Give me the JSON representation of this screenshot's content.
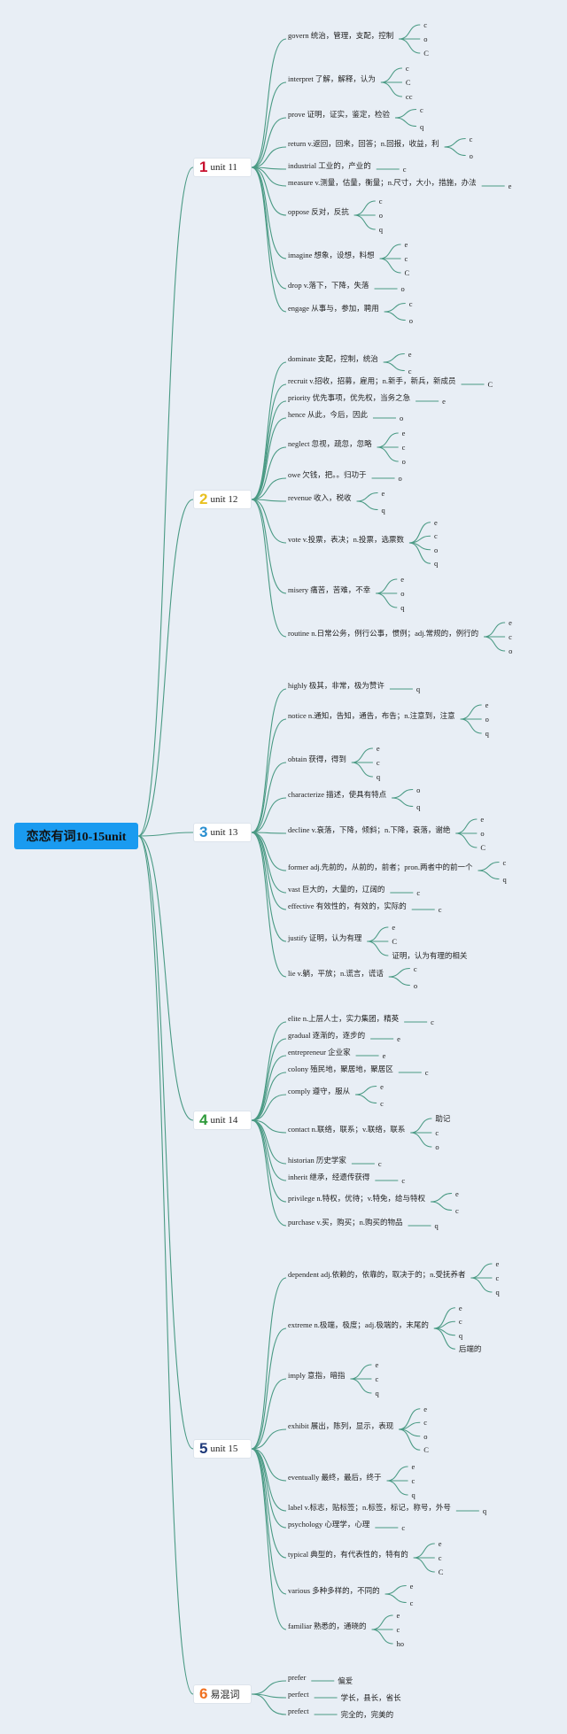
{
  "root": {
    "title": "恋恋有词10-15unit"
  },
  "units": [
    {
      "num": "1",
      "label": "unit 11",
      "color": "#c8102e",
      "words": [
        {
          "text": "govern 统治，管理，支配，控制",
          "leaves": [
            "c",
            "o",
            "C"
          ]
        },
        {
          "text": "interpret 了解，解释，认为",
          "leaves": [
            "c",
            "C",
            "cc"
          ]
        },
        {
          "text": "prove 证明，证实，鉴定，检验",
          "leaves": [
            "c",
            "q"
          ]
        },
        {
          "text": "return v.返回，回来，回答；n.回报，收益，利",
          "leaves": [
            "c",
            "o"
          ]
        },
        {
          "text": "industrial 工业的，产业的",
          "leaves": [
            "c"
          ]
        },
        {
          "text": "measure v.测量，估量，衡量；n.尺寸，大小，措施，办法",
          "leaves": [
            "e"
          ]
        },
        {
          "text": "oppose 反对，反抗",
          "leaves": [
            "c",
            "o",
            "q"
          ]
        },
        {
          "text": "imagine 想象，设想，料想",
          "leaves": [
            "e",
            "c",
            "C"
          ]
        },
        {
          "text": "drop v.落下，下降，失落",
          "leaves": [
            "o"
          ]
        },
        {
          "text": "engage 从事与，参加，聘用",
          "leaves": [
            "c",
            "o"
          ]
        }
      ]
    },
    {
      "num": "2",
      "label": "unit 12",
      "color": "#e8c020",
      "words": [
        {
          "text": "dominate 支配，控制，统治",
          "leaves": [
            "e",
            "c"
          ]
        },
        {
          "text": "recruit v.招收，招募，雇用；n.新手，新兵，新成员",
          "leaves": [
            "C"
          ]
        },
        {
          "text": "priority 优先事项，优先权，当务之急",
          "leaves": [
            "e"
          ]
        },
        {
          "text": "hence 从此，今后，因此",
          "leaves": [
            "o"
          ]
        },
        {
          "text": "neglect 忽视，疏忽，忽略",
          "leaves": [
            "e",
            "c",
            "o"
          ]
        },
        {
          "text": "owe 欠钱，把。。归功于",
          "leaves": [
            "o"
          ]
        },
        {
          "text": "revenue 收入，税收",
          "leaves": [
            "e",
            "q"
          ]
        },
        {
          "text": "vote v.投票，表决；n.投票，选票数",
          "leaves": [
            "e",
            "c",
            "o",
            "q"
          ]
        },
        {
          "text": "misery 痛苦，苦难，不幸",
          "leaves": [
            "e",
            "o",
            "q"
          ]
        },
        {
          "text": "routine n.日常公务，例行公事，惯例；adj.常规的，例行的",
          "leaves": [
            "e",
            "c",
            "o"
          ]
        }
      ]
    },
    {
      "num": "3",
      "label": "unit 13",
      "color": "#2a8fd0",
      "words": [
        {
          "text": "highly 极其，非常，极为赞许",
          "leaves": [
            "q"
          ]
        },
        {
          "text": "notice n.通知，告知，通告，布告；n.注意到，注意",
          "leaves": [
            "e",
            "o",
            "q"
          ]
        },
        {
          "text": "obtain 获得，得到",
          "leaves": [
            "e",
            "c",
            "q"
          ]
        },
        {
          "text": "characterize 描述，使具有特点",
          "leaves": [
            "o",
            "q"
          ]
        },
        {
          "text": "decline v.衰落，下降，倾斜；n.下降，衰落，谢绝",
          "leaves": [
            "e",
            "o",
            "C"
          ]
        },
        {
          "text": "former adj.先前的，从前的，前者；pron.两者中的前一个",
          "leaves": [
            "c",
            "q"
          ]
        },
        {
          "text": "vast 巨大的，大量的，辽阔的",
          "leaves": [
            "c"
          ]
        },
        {
          "text": "effective 有效性的，有效的，实际的",
          "leaves": [
            "c"
          ]
        },
        {
          "text": "justify 证明，认为有理",
          "leaves": [
            "e",
            "C",
            "证明，认为有理的相关"
          ]
        },
        {
          "text": "lie v.躺，平放；n.谎言，谎话",
          "leaves": [
            "c",
            "o"
          ]
        }
      ]
    },
    {
      "num": "4",
      "label": "unit 14",
      "color": "#2e9a3a",
      "words": [
        {
          "text": "elite n.上层人士，实力集团，精英",
          "leaves": [
            "c"
          ]
        },
        {
          "text": "gradual 逐渐的，逐步的",
          "leaves": [
            "e"
          ]
        },
        {
          "text": "entrepreneur 企业家",
          "leaves": [
            "e"
          ]
        },
        {
          "text": "colony 殖民地，聚居地，聚居区",
          "leaves": [
            "c"
          ]
        },
        {
          "text": "comply 遵守，服从",
          "leaves": [
            "e",
            "c"
          ]
        },
        {
          "text": "contact n.联络，联系；v.联络，联系",
          "leaves": [
            "助记",
            "c",
            "o"
          ]
        },
        {
          "text": "historian 历史学家",
          "leaves": [
            "c"
          ]
        },
        {
          "text": "inherit 继承，经遗传获得",
          "leaves": [
            "c"
          ]
        },
        {
          "text": "privilege n.特权，优待；v.特免，给与特权",
          "leaves": [
            "e",
            "c"
          ]
        },
        {
          "text": "purchase v.买，购买；n.购买的物品",
          "leaves": [
            "q"
          ]
        }
      ]
    },
    {
      "num": "5",
      "label": "unit 15",
      "color": "#1f3a7a",
      "words": [
        {
          "text": "dependent adj.依赖的，依靠的，取决于的；n.受抚养者",
          "leaves": [
            "e",
            "c",
            "q"
          ]
        },
        {
          "text": "extreme n.极端，极度；adj.极端的，末尾的",
          "leaves": [
            "e",
            "c",
            "q",
            "后端的"
          ]
        },
        {
          "text": "imply 意指，暗指",
          "leaves": [
            "e",
            "c",
            "q"
          ]
        },
        {
          "text": "exhibit 展出，陈列，显示，表现",
          "leaves": [
            "e",
            "c",
            "o",
            "C"
          ]
        },
        {
          "text": "eventually 最终，最后，终于",
          "leaves": [
            "e",
            "c",
            "q"
          ]
        },
        {
          "text": "label v.标志，贴标签；n.标签，标记，称号，外号",
          "leaves": [
            "q"
          ]
        },
        {
          "text": "psychology 心理学，心理",
          "leaves": [
            "c"
          ]
        },
        {
          "text": "typical 典型的，有代表性的，特有的",
          "leaves": [
            "e",
            "c",
            "C"
          ]
        },
        {
          "text": "various 多种多样的，不同的",
          "leaves": [
            "e",
            "c"
          ]
        },
        {
          "text": "familiar 熟悉的，通晓的",
          "leaves": [
            "e",
            "c",
            "ho"
          ]
        }
      ]
    },
    {
      "num": "6",
      "label": "易混词",
      "color": "#f07020",
      "words": [
        {
          "text": "prefer",
          "leaves": [
            "偏爱"
          ]
        },
        {
          "text": "perfect",
          "leaves": [
            "学长，县长，省长"
          ]
        },
        {
          "text": "prefect",
          "leaves": [
            "完全的，完美的"
          ]
        }
      ]
    }
  ]
}
